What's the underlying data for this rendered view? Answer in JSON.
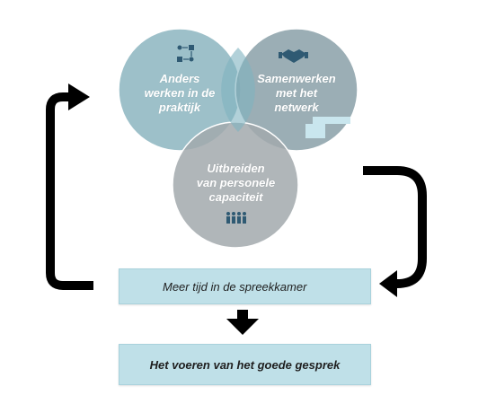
{
  "circles": [
    {
      "name": "circle-anders-werken",
      "text": "Anders\nwerken in de\npraktijk",
      "icon": "workflow-icon",
      "fill": "#8fb7c2"
    },
    {
      "name": "circle-samenwerken",
      "text": "Samenwerken\nmet het\nnetwerk",
      "icon": "handshake-icon",
      "fill": "#8aa0a8"
    },
    {
      "name": "circle-uitbreiden",
      "text": "Uitbreiden\nvan personele\ncapaciteit",
      "icon": "people-icon",
      "fill": "#a2a9ad"
    }
  ],
  "boxes": {
    "first": {
      "text": "Meer tijd in de spreekkamer",
      "icon": "speech-bubbles-icon"
    },
    "second": {
      "text": "Het voeren van het goede gesprek"
    }
  },
  "colors": {
    "box_fill": "#bfe0e8",
    "arrow": "#000000",
    "icon_dark": "#2f5a73"
  }
}
